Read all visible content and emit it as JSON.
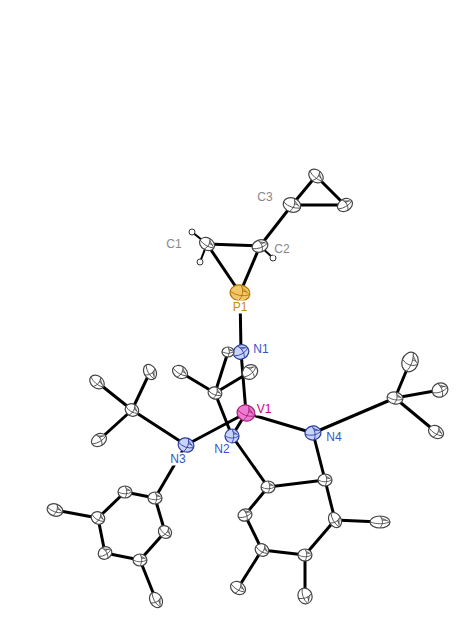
{
  "diagram": {
    "labels": [
      "C3",
      "C1",
      "C2",
      "P1",
      "N1",
      "V1",
      "N3",
      "N2",
      "N4"
    ]
  }
}
